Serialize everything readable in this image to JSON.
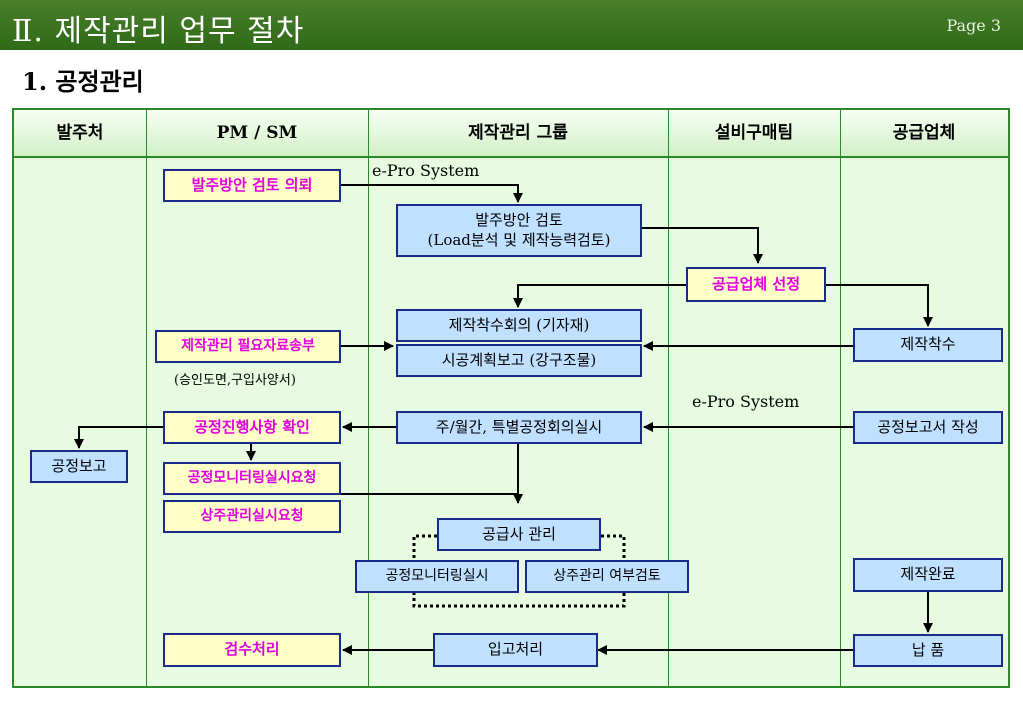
{
  "header": {
    "title": "Ⅱ. 제작관리 업무 절차",
    "page": "Page 3"
  },
  "subtitle": "1. 공정관리",
  "columns": [
    "발주처",
    "PM / SM",
    "제작관리 그룹",
    "설비구매팀",
    "공급업체"
  ],
  "labels": {
    "epro_top": "e-Pro System",
    "epro_mid": "e-Pro System",
    "approval_docs": "(승인도면,구입사양서)"
  },
  "boxes": {
    "order_review_request": "발주방안 검토 의뢰",
    "order_review_line1": "발주방안 검토",
    "order_review_line2": "(Load분석 및 제작능력검토)",
    "supplier_selection": "공급업체 선정",
    "kickoff_meeting": "제작착수회의 (기자재)",
    "send_docs": "제작관리 필요자료송부",
    "construction_plan": "시공계획보고 (강구조물)",
    "start_production": "제작착수",
    "check_progress": "공정진행사항 확인",
    "progress_meeting": "주/월간, 특별공정회의실시",
    "write_report": "공정보고서 작성",
    "progress_report": "공정보고",
    "request_monitoring": "공정모니터링실시요청",
    "request_resident": "상주관리실시요청",
    "supplier_mgmt": "공급사 관리",
    "monitoring": "공정모니터링실시",
    "resident_review": "상주관리 여부검토",
    "production_complete": "제작완료",
    "inspection": "검수처리",
    "warehousing": "입고처리",
    "delivery": "납 품"
  },
  "colors": {
    "header": "#2e6a18",
    "table_bg": "#e6fbe0",
    "border": "#2a8a2a",
    "yellow_box": "#ffffc8",
    "blue_box": "#bfe0ff",
    "magenta_text": "#e000e0",
    "box_border": "#1a2a8a"
  }
}
